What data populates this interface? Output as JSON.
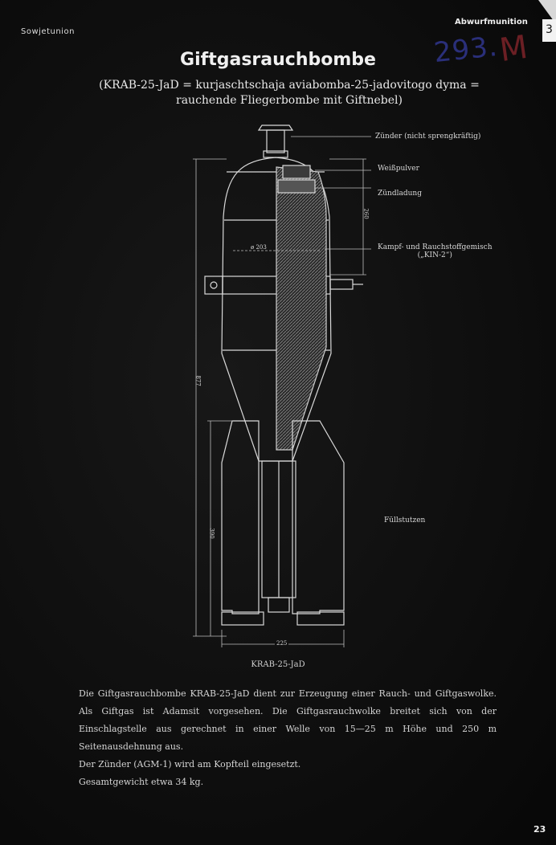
{
  "header": {
    "country": "Sowjetunion",
    "category": "Abwurfmunition",
    "page_tab": "3",
    "handwritten_number": "293.",
    "handwritten_mark": "M"
  },
  "title": "Giftgasrauchbombe",
  "subtitle": {
    "line1": "(KRAB-25-JaD = kurjaschtschaja aviabomba-25-jadovitogo dyma =",
    "line2": "rauchende Fliegerbombe mit Giftnebel)"
  },
  "diagram": {
    "labels": {
      "fuze": "Zünder (nicht sprengkräftig)",
      "white_powder": "Weißpulver",
      "igniter": "Zündladung",
      "mixture_line1": "Kampf- und Rauchstoffgemisch",
      "mixture_line2": "(„KIN-2“)",
      "filler_neck": "Füllstutzen"
    },
    "dimensions": {
      "diameter": "ø 203",
      "upper_length": "260",
      "total_length": "877",
      "tail_length": "390",
      "tail_width": "225"
    },
    "caption": "KRAB-25-JaD"
  },
  "body": {
    "para1": "Die Giftgasrauchbombe KRAB-25-JaD dient zur Erzeugung einer Rauch- und Giftgaswolke. Als Giftgas ist Adamsit vorgesehen. Die Giftgasrauchwolke breitet sich von der Einschlagstelle aus gerechnet in einer Welle von 15—25 m Höhe und 250 m Seitenausdehnung aus.",
    "para2": "Der Zünder (AGM-1) wird am Kopfteil eingesetzt.",
    "para3": "Gesamtgewicht etwa 34 kg."
  },
  "page_number": "23"
}
